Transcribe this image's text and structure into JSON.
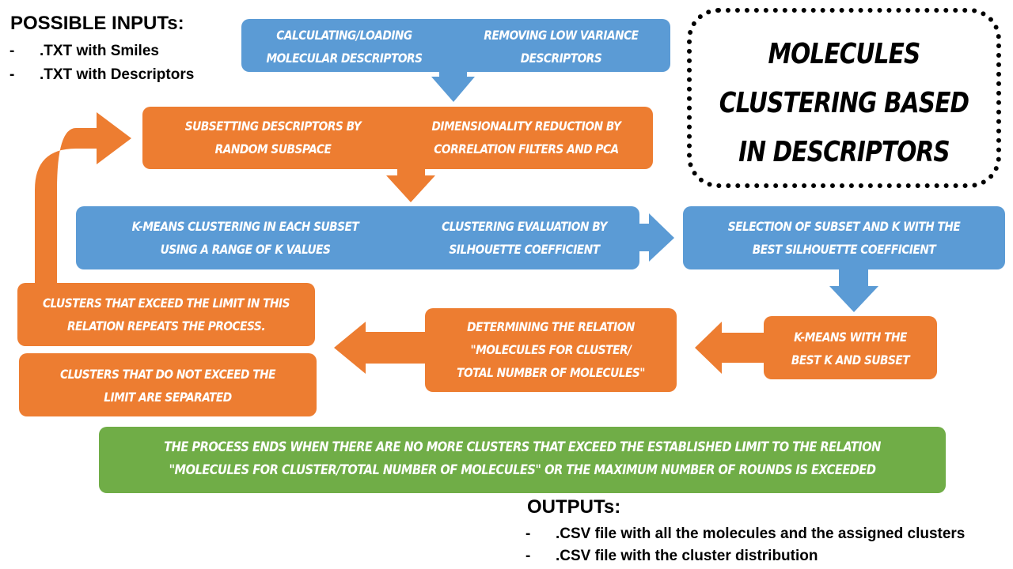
{
  "title": {
    "lines": [
      "MOLECULES",
      "CLUSTERING BASED",
      "IN DESCRIPTORS"
    ]
  },
  "inputs": {
    "heading": "POSSIBLE INPUTs:",
    "items": [
      ".TXT with Smiles",
      ".TXT with Descriptors"
    ]
  },
  "outputs": {
    "heading": "OUTPUTs:",
    "items": [
      ".CSV file with all the molecules and the assigned clusters",
      ".CSV file with the cluster distribution"
    ]
  },
  "steps": {
    "calc": [
      "CALCULATING/LOADING",
      "MOLECULAR DESCRIPTORS"
    ],
    "remove": [
      "REMOVING LOW VARIANCE",
      "DESCRIPTORS"
    ],
    "subset": [
      "SUBSETTING DESCRIPTORS BY",
      "RANDOM SUBSPACE"
    ],
    "dimred": [
      "DIMENSIONALITY REDUCTION BY",
      "CORRELATION FILTERS AND PCA"
    ],
    "kmeans": [
      "K-MEANS CLUSTERING IN EACH SUBSET",
      "USING A RANGE OF K VALUES"
    ],
    "eval": [
      "CLUSTERING EVALUATION BY",
      "SILHOUETTE COEFFICIENT"
    ],
    "select": [
      "SELECTION OF SUBSET AND K WITH THE",
      "BEST SILHOUETTE COEFFICIENT"
    ],
    "kbest": [
      "K-MEANS WITH THE",
      "BEST K AND SUBSET"
    ],
    "relation": [
      "DETERMINING THE RELATION",
      "\"MOLECULES FOR CLUSTER/",
      "TOTAL NUMBER OF MOLECULES\""
    ],
    "exceed": [
      "CLUSTERS THAT EXCEED THE LIMIT IN THIS",
      "RELATION REPEATS THE PROCESS."
    ],
    "notexceed": [
      "CLUSTERS THAT DO NOT EXCEED THE",
      "LIMIT ARE SEPARATED"
    ],
    "end": [
      "THE PROCESS ENDS WHEN THERE ARE NO MORE CLUSTERS THAT EXCEED THE ESTABLISHED LIMIT TO THE RELATION",
      "\"MOLECULES FOR CLUSTER/TOTAL NUMBER OF MOLECULES\" OR THE MAXIMUM NUMBER OF ROUNDS IS EXCEEDED"
    ]
  },
  "colors": {
    "blue": "#5b9bd5",
    "orange": "#ed7d31",
    "green": "#70ad47"
  }
}
